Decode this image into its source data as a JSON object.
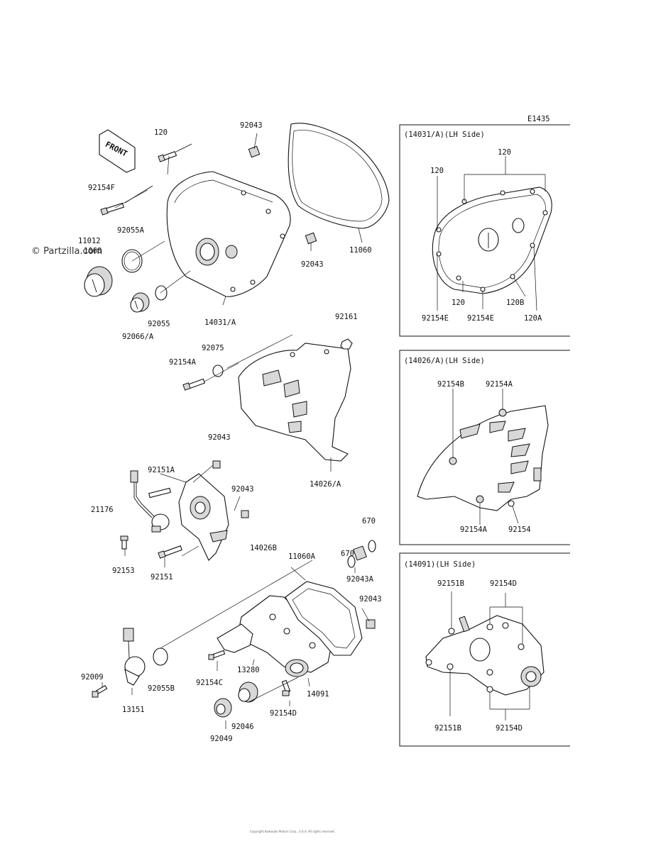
{
  "diagram_code": "E1435",
  "watermark": "© Partzilla.com",
  "front_label": "FRONT",
  "labels": [
    {
      "id": "l-120",
      "text": "120"
    },
    {
      "id": "l-92043-a",
      "text": "92043"
    },
    {
      "id": "l-92154f",
      "text": "92154F"
    },
    {
      "id": "l-92055a",
      "text": "92055A"
    },
    {
      "id": "l-11012",
      "text": "11012"
    },
    {
      "id": "l-1060",
      "text": "1060"
    },
    {
      "id": "l-92055",
      "text": "92055"
    },
    {
      "id": "l-92066a",
      "text": "92066/A"
    },
    {
      "id": "l-14031a",
      "text": "14031/A"
    },
    {
      "id": "l-92043-b",
      "text": "92043"
    },
    {
      "id": "l-11060",
      "text": "11060"
    },
    {
      "id": "l-92161",
      "text": "92161"
    },
    {
      "id": "l-92075",
      "text": "92075"
    },
    {
      "id": "l-92154a",
      "text": "92154A"
    },
    {
      "id": "l-92043-c",
      "text": "92043"
    },
    {
      "id": "l-14026a",
      "text": "14026/A"
    },
    {
      "id": "l-92151a",
      "text": "92151A"
    },
    {
      "id": "l-92043-d",
      "text": "92043"
    },
    {
      "id": "l-21176",
      "text": "21176"
    },
    {
      "id": "l-92153",
      "text": "92153"
    },
    {
      "id": "l-92151",
      "text": "92151"
    },
    {
      "id": "l-14026b",
      "text": "14026B"
    },
    {
      "id": "l-670-a",
      "text": "670"
    },
    {
      "id": "l-670-b",
      "text": "670"
    },
    {
      "id": "l-11060a",
      "text": "11060A"
    },
    {
      "id": "l-92043a",
      "text": "92043A"
    },
    {
      "id": "l-92043-e",
      "text": "92043"
    },
    {
      "id": "l-92009",
      "text": "92009"
    },
    {
      "id": "l-92055b",
      "text": "92055B"
    },
    {
      "id": "l-13151",
      "text": "13151"
    },
    {
      "id": "l-92154c",
      "text": "92154C"
    },
    {
      "id": "l-13280",
      "text": "13280"
    },
    {
      "id": "l-14091",
      "text": "14091"
    },
    {
      "id": "l-92046",
      "text": "92046"
    },
    {
      "id": "l-92154d",
      "text": "92154D"
    },
    {
      "id": "l-92049",
      "text": "92049"
    }
  ],
  "insets": [
    {
      "title": "(14031/A)(LH Side)",
      "labels": [
        "120",
        "120",
        "120",
        "120B",
        "92154E",
        "92154E",
        "120A"
      ]
    },
    {
      "title": "(14026/A)(LH Side)",
      "labels": [
        "92154B",
        "92154A",
        "92154A",
        "92154"
      ]
    },
    {
      "title": "(14091)(LH Side)",
      "labels": [
        "92151B",
        "92154D",
        "92151B",
        "92154D"
      ]
    }
  ],
  "footer": "Copyright Kawasaki Motors Corp., U.S.A. All rights reserved."
}
